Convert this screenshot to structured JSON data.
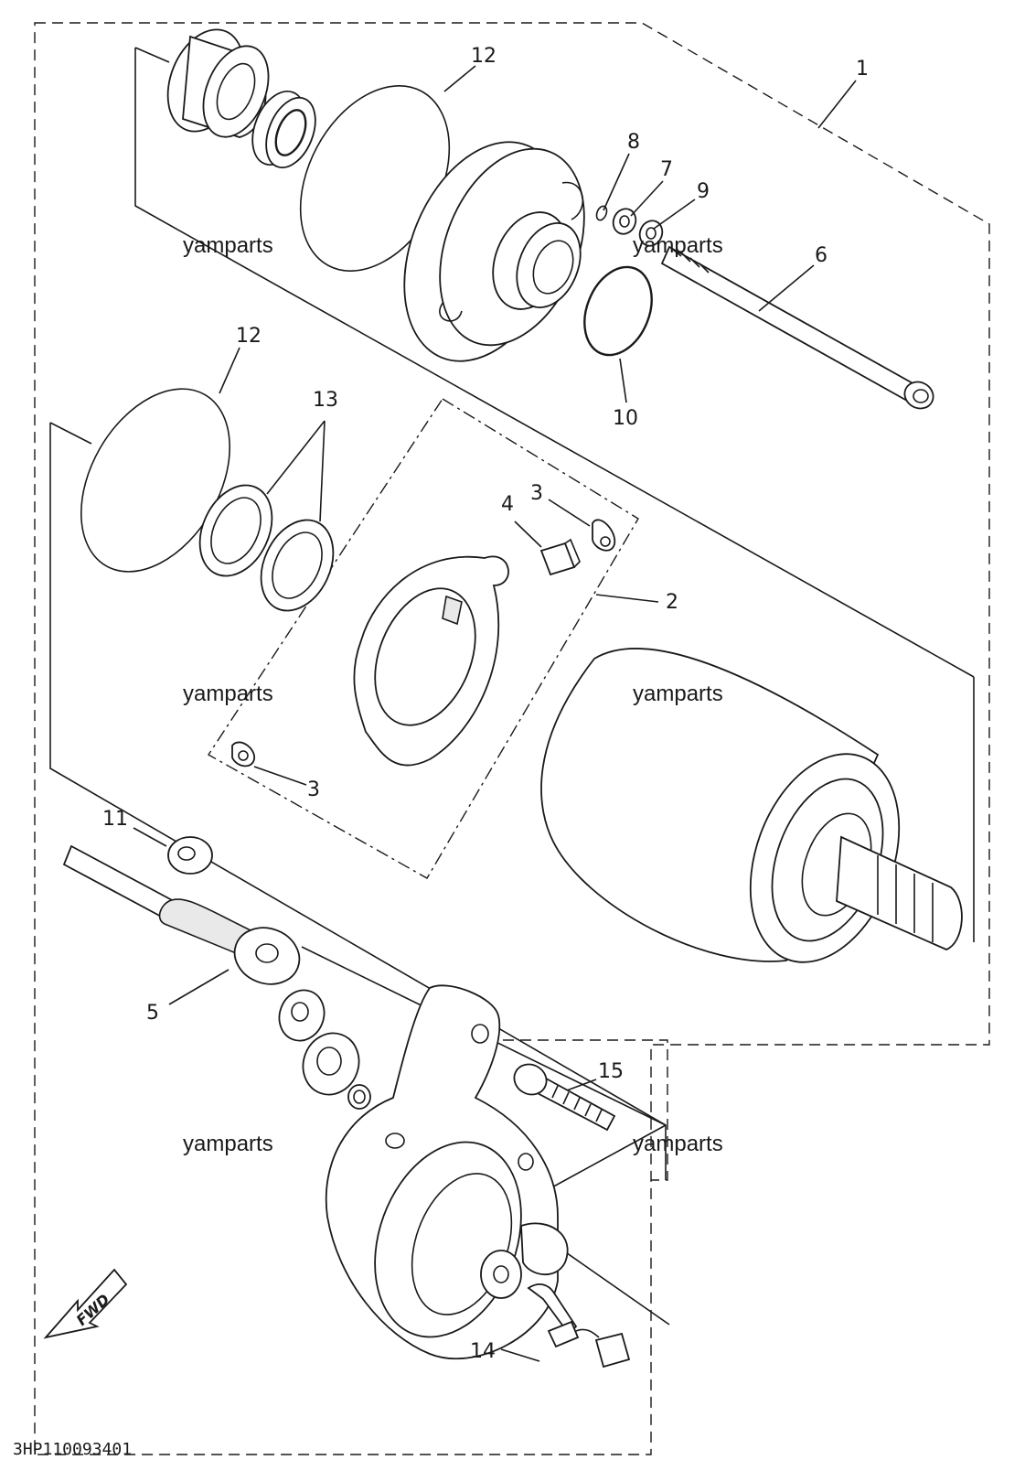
{
  "diagram_code": "3HP110093401",
  "direction_label": "FWD",
  "watermarks": [
    "yamparts",
    "yamparts",
    "yamparts",
    "yamparts",
    "yamparts",
    "yamparts"
  ],
  "callouts": {
    "c1": "1",
    "c2": "2",
    "c3a": "3",
    "c3b": "3",
    "c4": "4",
    "c5": "5",
    "c6": "6",
    "c7": "7",
    "c8": "8",
    "c9": "9",
    "c10": "10",
    "c11": "11",
    "c12a": "12",
    "c12b": "12",
    "c13": "13",
    "c14": "14",
    "c15": "15"
  }
}
